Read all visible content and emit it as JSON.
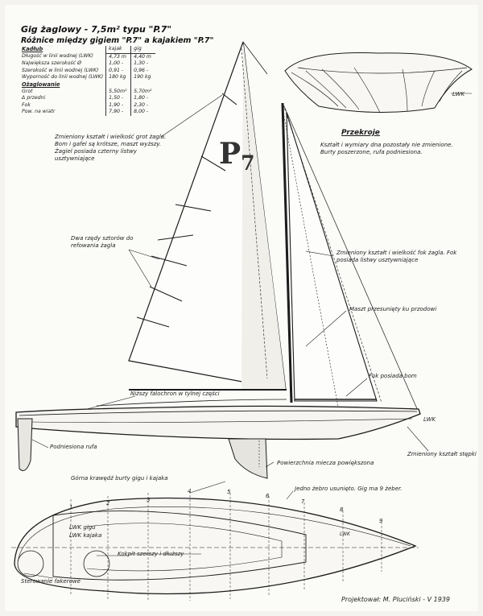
{
  "title": "Gig żaglowy - 7,5m² typu \"P.7\"",
  "subtitle": "Różnice między gigiem \"P.7\" a kajakiem \"P.7\"",
  "spec": {
    "hull_header": "Kadłub",
    "col_kajak": "kajak",
    "col_gig": "gig",
    "hull_rows": [
      {
        "label": "Długość w linii wodnej (LWK)",
        "kajak": "4,73 m",
        "gig": "4,40 m"
      },
      {
        "label": "Największa szerokość Ø",
        "kajak": "1,00 -",
        "gig": "1,30 -"
      },
      {
        "label": "Szerokość w linii wodnej (LWK)",
        "kajak": "0,91 -",
        "gig": "0,96 -"
      },
      {
        "label": "Wyporność do linii wodnej (LWK)",
        "kajak": "180 kg",
        "gig": "190 kg"
      }
    ],
    "rig_header": "Ożaglowanie",
    "rig_rows": [
      {
        "label": "Grot",
        "kajak": "5,50m²",
        "gig": "5,70m²"
      },
      {
        "label": "Δ przedni",
        "kajak": "1,50 -",
        "gig": "1,80 -"
      },
      {
        "label": "Fok",
        "kajak": "1,90 -",
        "gig": "2,30 -"
      },
      {
        "label": "Pow. na wiatr",
        "kajak": "7,90 -",
        "gig": "8,00 -"
      }
    ]
  },
  "sail_mark": {
    "letter": "P",
    "number": "7"
  },
  "section_title": "Przekroje",
  "notes": {
    "sections": "Kształt i wymiary dna pozostały nie zmienione. Burty poszerzone, rufa podniesiona.",
    "mainsail": "Zmieniony kształt i wielkość grot żagla. Bom i gafel są krótsze, maszt wyższy. Żagiel posiada czterny listwy usztywniające",
    "reefing": "Dwa rzędy sztorów do refowania żagla",
    "jib": "Zmieniony kształt i wielkość fok żagla. Fok posiada listwy usztywniające",
    "mast": "Maszt przesunięty ku przodowi",
    "boom": "Fok posiada bom",
    "coaming": "Niższy falochron w tylnej części",
    "stern": "Podniesiona rufa",
    "centerboard": "Powierzchnia miecza powiększona",
    "keel": "Zmieniony kształt stępki",
    "sheer": "Górna krawędź burty gigu i kajaka",
    "rib": "Jedno żebro usunięto. Gig ma 9 żeber.",
    "lwk_gig": "LWK gigu",
    "lwk_kajak": "LWK kajaka",
    "cockpit": "Kokpit szerszy i dłuższy",
    "rudder": "Sterowanie fakerowe",
    "lwk_small": "LWK"
  },
  "station_numbers": [
    "1",
    "2",
    "3",
    "4",
    "5",
    "6",
    "7",
    "8",
    "9"
  ],
  "designer": "Projektował: M. Pluciński - V 1939"
}
